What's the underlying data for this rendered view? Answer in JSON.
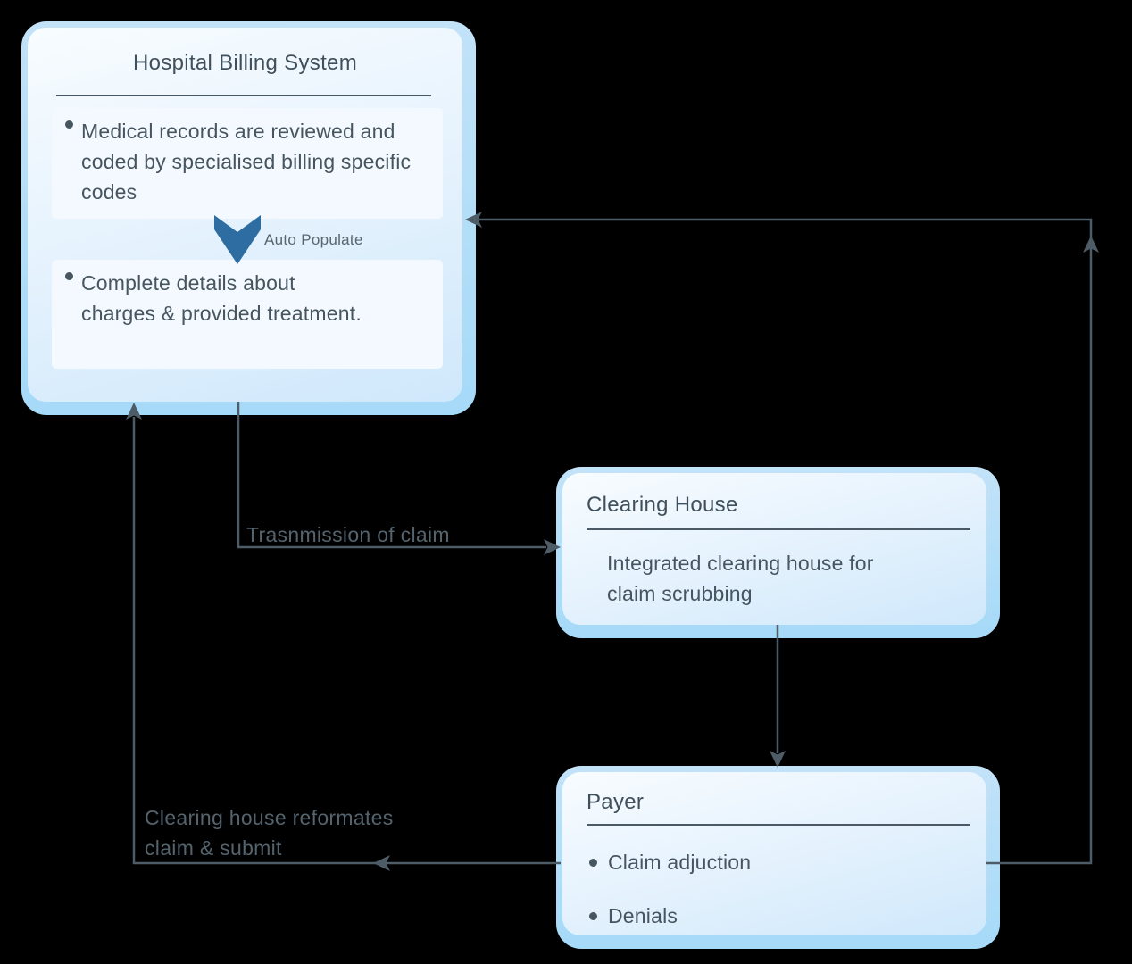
{
  "page": {
    "background": "#000000"
  },
  "palette": {
    "box_face_top": "#f8fcff",
    "box_face_bottom": "#cfe8fb",
    "box_back": "#a5daf8",
    "inner_panel": "#f3f9fe",
    "title_text": "#3f505c",
    "body_text": "#46555f",
    "connector_line": "#4d5c66",
    "chevron_accent": "#2e6da1",
    "label_text": "#54636d"
  },
  "hospital": {
    "title": "Hospital Billing System",
    "panel1_text": "Medical records are reviewed and coded by specialised billing specific codes",
    "auto_populate_label": "Auto Populate",
    "panel2_text": "Complete details about charges & provided treatment."
  },
  "clearing_house": {
    "title": "Clearing House",
    "body": "Integrated clearing house for claim scrubbing"
  },
  "payer": {
    "title": "Payer",
    "bullets": [
      "Claim adjuction",
      "Denials"
    ]
  },
  "connectors": {
    "transmission_label": "Trasnmission of claim",
    "reformat_label": "Clearing house reformates\nclaim & submit"
  }
}
